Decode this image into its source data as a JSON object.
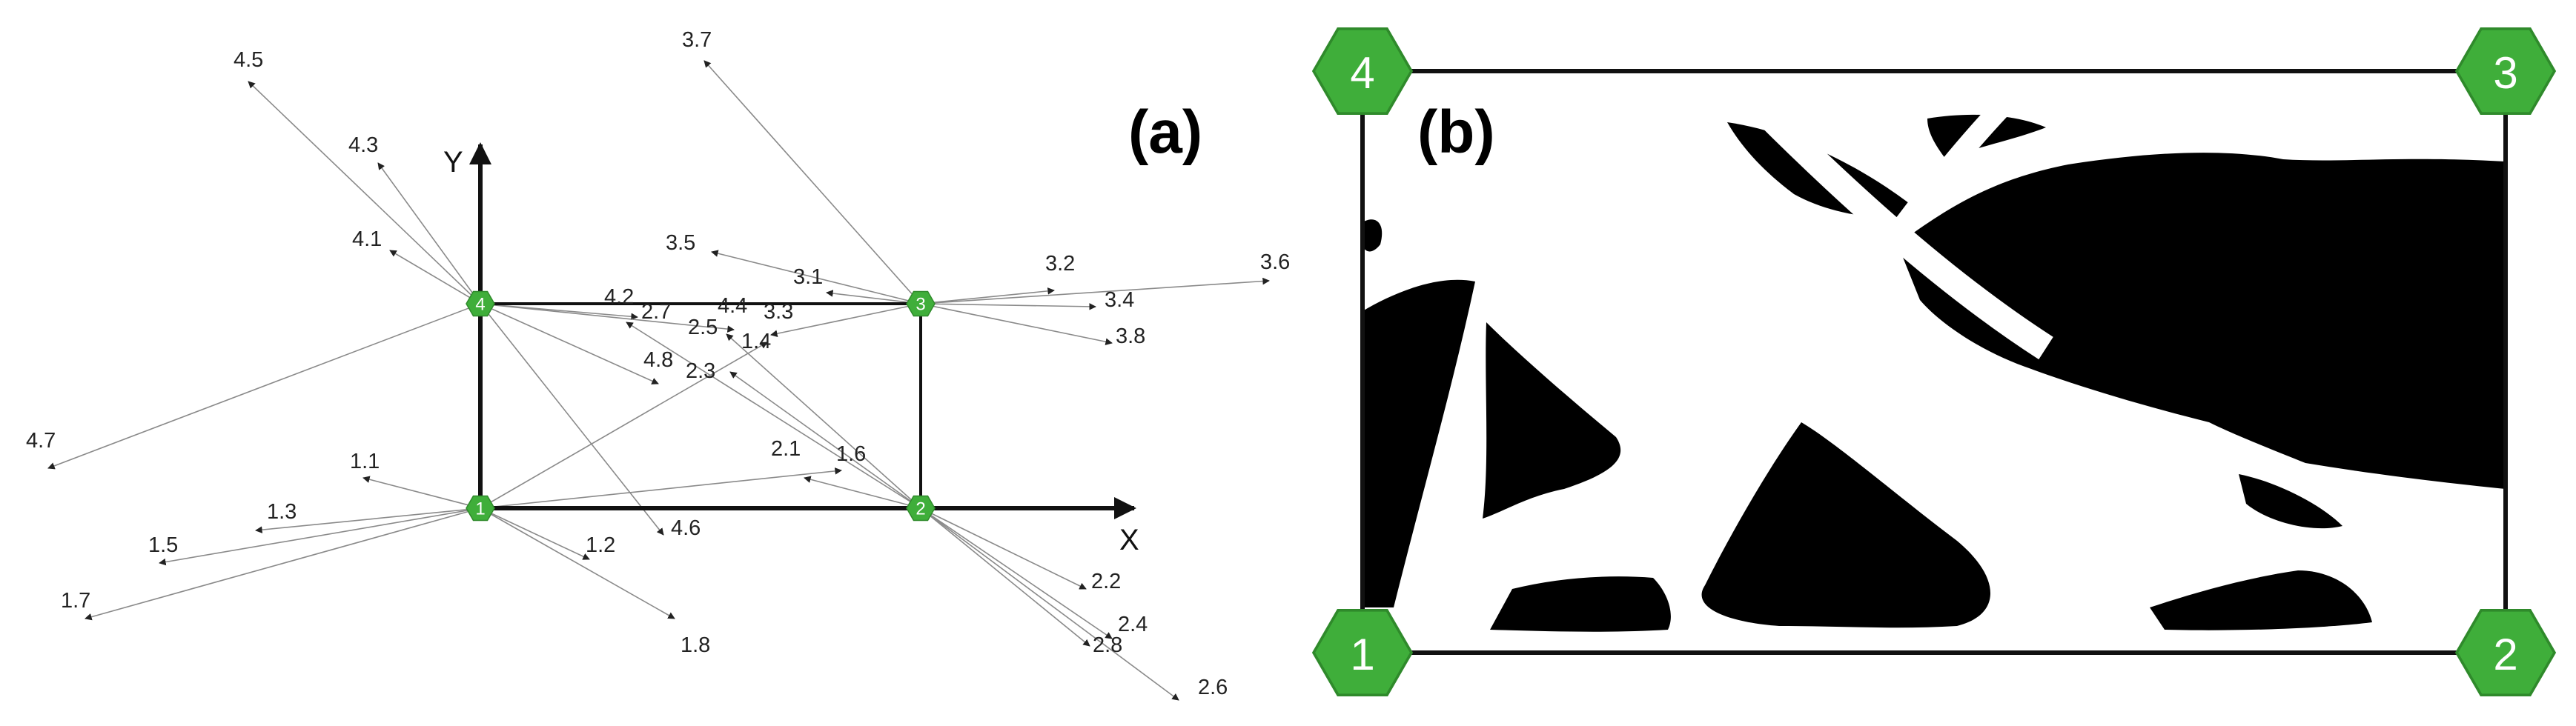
{
  "panel_a": {
    "label": "(a)",
    "axis_x_label": "X",
    "axis_y_label": "Y",
    "node_color": "#3fae3a",
    "nodes": [
      {
        "id": "1",
        "label": "1"
      },
      {
        "id": "2",
        "label": "2"
      },
      {
        "id": "3",
        "label": "3"
      },
      {
        "id": "4",
        "label": "4"
      }
    ],
    "vectors": [
      {
        "label": "1.1",
        "from": "1"
      },
      {
        "label": "1.2",
        "from": "1"
      },
      {
        "label": "1.3",
        "from": "1"
      },
      {
        "label": "1.4",
        "from": "1"
      },
      {
        "label": "1.5",
        "from": "1"
      },
      {
        "label": "1.6",
        "from": "1"
      },
      {
        "label": "1.7",
        "from": "1"
      },
      {
        "label": "1.8",
        "from": "1"
      },
      {
        "label": "2.1",
        "from": "2"
      },
      {
        "label": "2.2",
        "from": "2"
      },
      {
        "label": "2.3",
        "from": "2"
      },
      {
        "label": "2.4",
        "from": "2"
      },
      {
        "label": "2.5",
        "from": "2"
      },
      {
        "label": "2.6",
        "from": "2"
      },
      {
        "label": "2.7",
        "from": "2"
      },
      {
        "label": "2.8",
        "from": "2"
      },
      {
        "label": "3.1",
        "from": "3"
      },
      {
        "label": "3.2",
        "from": "3"
      },
      {
        "label": "3.3",
        "from": "3"
      },
      {
        "label": "3.4",
        "from": "3"
      },
      {
        "label": "3.5",
        "from": "3"
      },
      {
        "label": "3.6",
        "from": "3"
      },
      {
        "label": "3.7",
        "from": "3"
      },
      {
        "label": "3.8",
        "from": "3"
      },
      {
        "label": "4.1",
        "from": "4"
      },
      {
        "label": "4.2",
        "from": "4"
      },
      {
        "label": "4.3",
        "from": "4"
      },
      {
        "label": "4.4",
        "from": "4"
      },
      {
        "label": "4.5",
        "from": "4"
      },
      {
        "label": "4.6",
        "from": "4"
      },
      {
        "label": "4.7",
        "from": "4"
      },
      {
        "label": "4.8",
        "from": "4"
      }
    ]
  },
  "panel_b": {
    "label": "(b)",
    "node_color": "#3fae3a",
    "nodes": [
      {
        "id": "1",
        "label": "1"
      },
      {
        "id": "2",
        "label": "2"
      },
      {
        "id": "3",
        "label": "3"
      },
      {
        "id": "4",
        "label": "4"
      }
    ]
  }
}
